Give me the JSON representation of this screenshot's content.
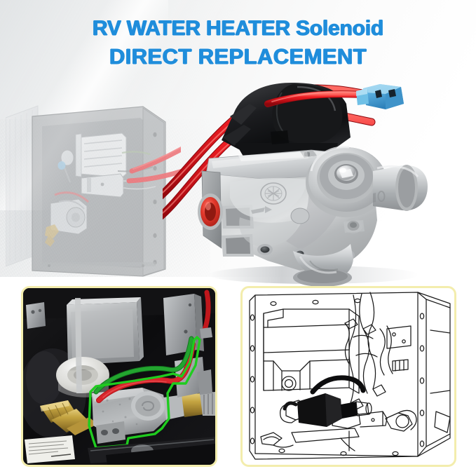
{
  "product_listing": {
    "headline": {
      "line1_main": "RV WATER HEATER",
      "line1_accent": "Solenoid",
      "line2": "DIRECT REPLACEMENT",
      "color": "#1f8ddb"
    },
    "hero": {
      "name": "rv-water-heater-gas-valve-solenoid",
      "body_material_color": "#b9bcbd",
      "wire_color": "#e8131b",
      "connector_color": "#4fa8dd",
      "port_plug_color": "#e03027",
      "housing_color": "#1b1b1d",
      "wire_count": 2
    },
    "ghost_unit": {
      "name": "rv-water-heater-enclosure-faded",
      "opacity": "0.52"
    },
    "panels": [
      {
        "name": "installation-photo-panel",
        "type": "photo",
        "border_color": "#f3edad",
        "highlight_color": "#1fcc1f",
        "description": "valve installed in water heater compartment with green outline"
      },
      {
        "name": "technical-diagram-panel",
        "type": "line-drawing",
        "border_color": "#f3edad",
        "line_color": "#1a1a1a",
        "description": "exploded line art of water heater interior with solenoid"
      }
    ],
    "background": {
      "base_color": "#ffffff",
      "sheen_color": "#eceded"
    }
  }
}
